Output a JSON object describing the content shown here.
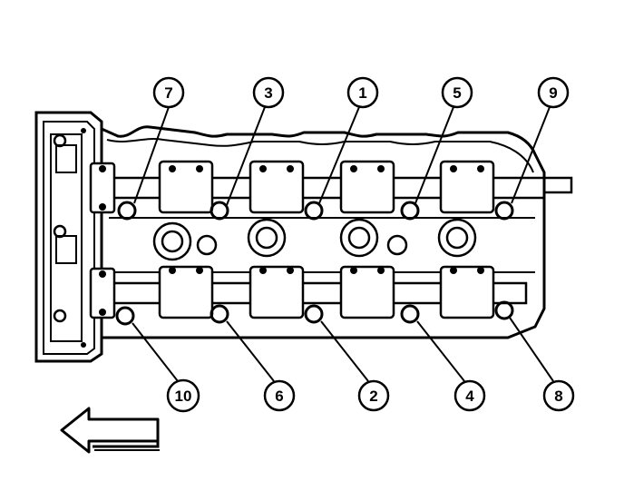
{
  "diagram": {
    "callouts": [
      {
        "id": "c7",
        "label": "7"
      },
      {
        "id": "c3",
        "label": "3"
      },
      {
        "id": "c1",
        "label": "1"
      },
      {
        "id": "c5",
        "label": "5"
      },
      {
        "id": "c9",
        "label": "9"
      },
      {
        "id": "c10",
        "label": "10"
      },
      {
        "id": "c6",
        "label": "6"
      },
      {
        "id": "c2",
        "label": "2"
      },
      {
        "id": "c4",
        "label": "4"
      },
      {
        "id": "c8",
        "label": "8"
      }
    ],
    "direction_arrow_icon": "left-arrow-icon",
    "line_color": "#000000",
    "background": "#ffffff"
  }
}
